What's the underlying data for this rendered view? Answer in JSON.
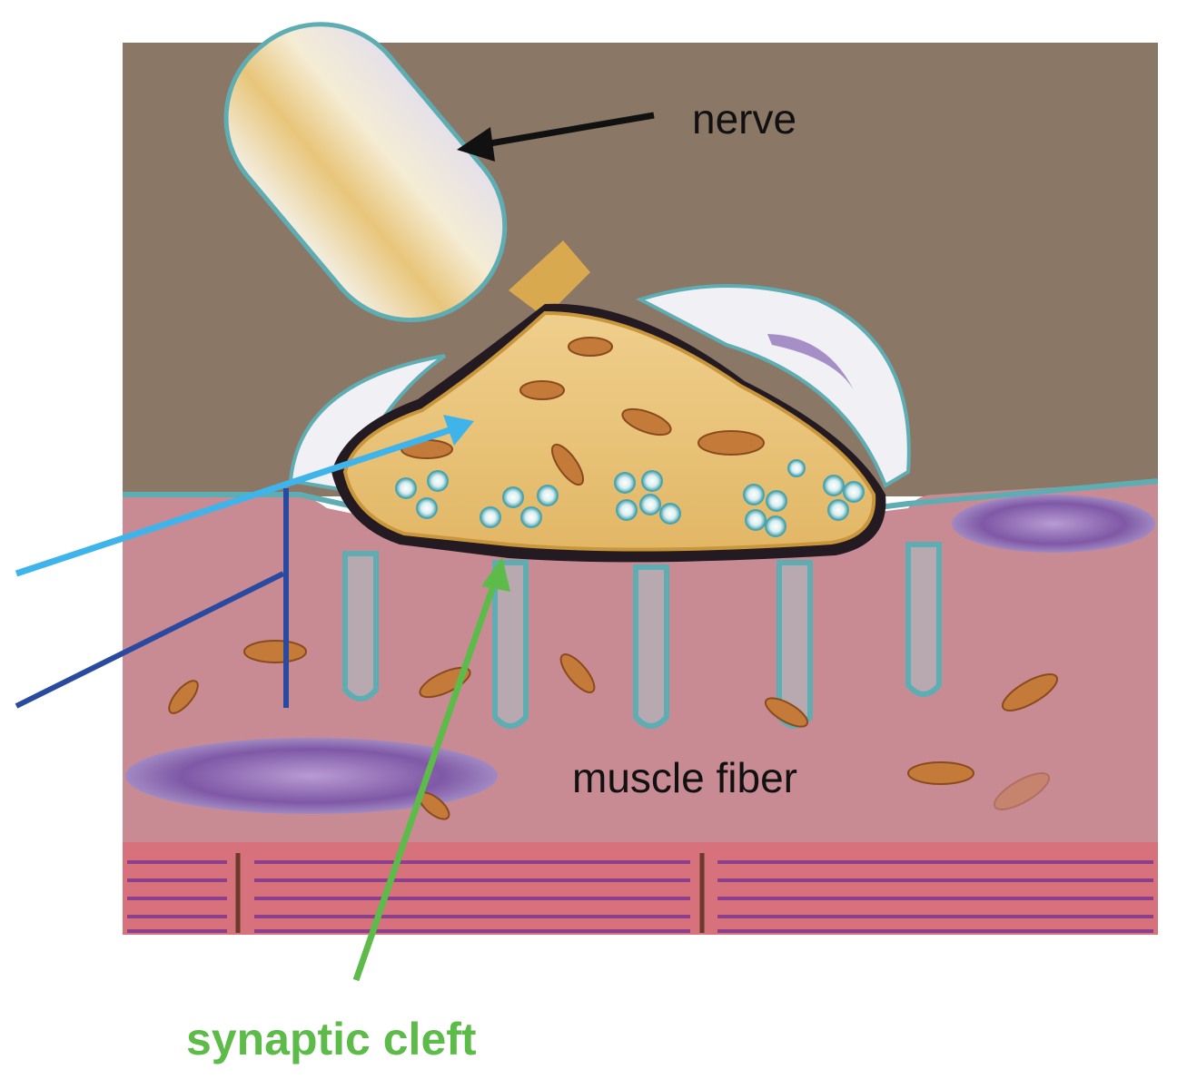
{
  "labels": {
    "nerve": "nerve",
    "muscle_fiber": "muscle fiber",
    "synaptic_cleft": "synaptic cleft"
  },
  "colors": {
    "background_tissue": "#8b7766",
    "muscle_fiber": "#c98b93",
    "myofibril_band": "#d7727d",
    "nerve_terminal": "#e5bd73",
    "schwann_cell": "#f1f0f5",
    "membrane_outline": "#5dadb3",
    "nucleus": "#8a63ad",
    "mitochondria": "#c47b3a",
    "arrow_black": "#111111",
    "arrow_cyan": "#3fb4ea",
    "arrow_navy": "#2a4aa0",
    "arrow_green": "#5dbb4a",
    "label_green": "#5dbb4a"
  }
}
